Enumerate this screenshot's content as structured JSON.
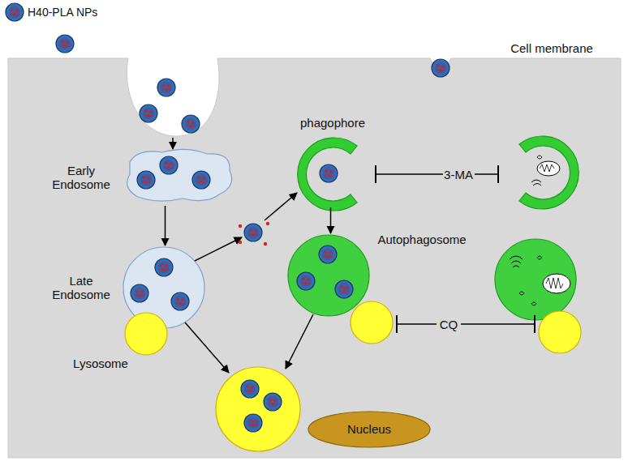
{
  "diagram": {
    "nodes": [
      {
        "text": [
          "Cell membrane"
        ]
      },
      {
        "text": [
          "phagophore"
        ],
        "in": 0
      },
      {
        "text": [
          "Early Endosome"
        ],
        "in": 0
      },
      {
        "text": [
          "Autophagosome"
        ],
        "in": 0
      },
      {
        "text": [
          "Late Endosome"
        ],
        "in": 0
      },
      {
        "text": [
          "Lysosome"
        ],
        "in": 0
      },
      {
        "text": [
          "Nucleus"
        ],
        "in": 0
      }
    ],
    "edges": [
      {
        "from": 2,
        "to": 4,
        "arrow": "to"
      },
      {
        "from": 1,
        "to": 3,
        "arrow": "to"
      }
    ],
    "labels": [
      "3-MA",
      "CQ"
    ],
    "legend": [
      {
        "text": "H40-PLA NPs"
      }
    ]
  }
}
